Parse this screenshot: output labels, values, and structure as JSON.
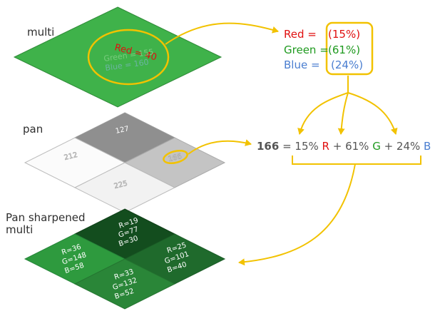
{
  "labels": {
    "multi": "multi",
    "pan": "pan",
    "pansharp_line1": "Pan sharpened",
    "pansharp_line2": "multi"
  },
  "multi_overlay": {
    "red": "Red = 40",
    "green": "Green = 155",
    "blue": "Blue = 160"
  },
  "weights": {
    "red_label": "Red =",
    "red_value": "(15%)",
    "green_label": "Green =",
    "green_value": "(61%)",
    "blue_label": "Blue =",
    "blue_value": "(24%)"
  },
  "pan_cells": {
    "top": "127",
    "left": "212",
    "right": "166",
    "bottom": "225"
  },
  "equation": {
    "value": "166",
    "eq": " = 15% ",
    "r": "R",
    "plus1": " + 61% ",
    "g": "G",
    "plus2": " + 24% ",
    "b": "B"
  },
  "sharp_cells": {
    "top": [
      "R=19",
      "G=77",
      "B=30"
    ],
    "left": [
      "R=36",
      "G=148",
      "B=58"
    ],
    "right": [
      "R=25",
      "G=101",
      "B=40"
    ],
    "bottom": [
      "R=33",
      "G=132",
      "B=52"
    ]
  },
  "colors": {
    "multi_green": "#3fb24a",
    "arrow_yellow": "#f2c200",
    "red": "#e01010",
    "green": "#1f9a1f",
    "blue": "#4a7ed0",
    "sharp_top": "#134d1e",
    "sharp_left": "#2e9a3e",
    "sharp_right": "#1f6a2c",
    "sharp_bottom": "#2a8638"
  }
}
